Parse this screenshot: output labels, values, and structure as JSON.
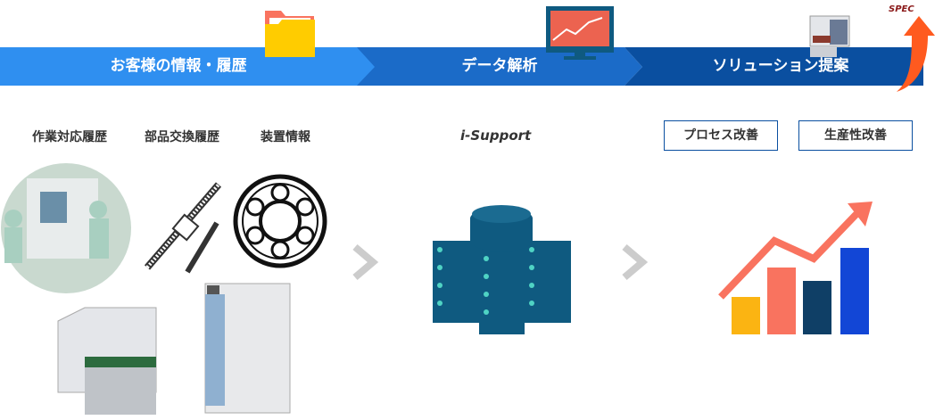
{
  "banner": {
    "steps": [
      {
        "label": "お客様の情報・履歴",
        "icon": "folder-icon",
        "color": "#2f8ff0"
      },
      {
        "label": "データ解析",
        "icon": "monitor-chart-icon",
        "color": "#1b6bc8"
      },
      {
        "label": "ソリューション提案",
        "icon": "equipment-icon",
        "color": "#0a4fa0"
      }
    ],
    "spec_label": "SPEC"
  },
  "info": {
    "items": [
      "作業対応履歴",
      "部品交換履歴",
      "装置情報"
    ]
  },
  "analysis": {
    "label": "i-Support"
  },
  "solution": {
    "buttons": [
      "プロセス改善",
      "生産性改善"
    ]
  },
  "colors": {
    "bar1": "#fbb412",
    "bar2": "#f9735f",
    "bar3": "#0f3f66",
    "bar4": "#1246d6",
    "arrow": "#f9735f"
  }
}
